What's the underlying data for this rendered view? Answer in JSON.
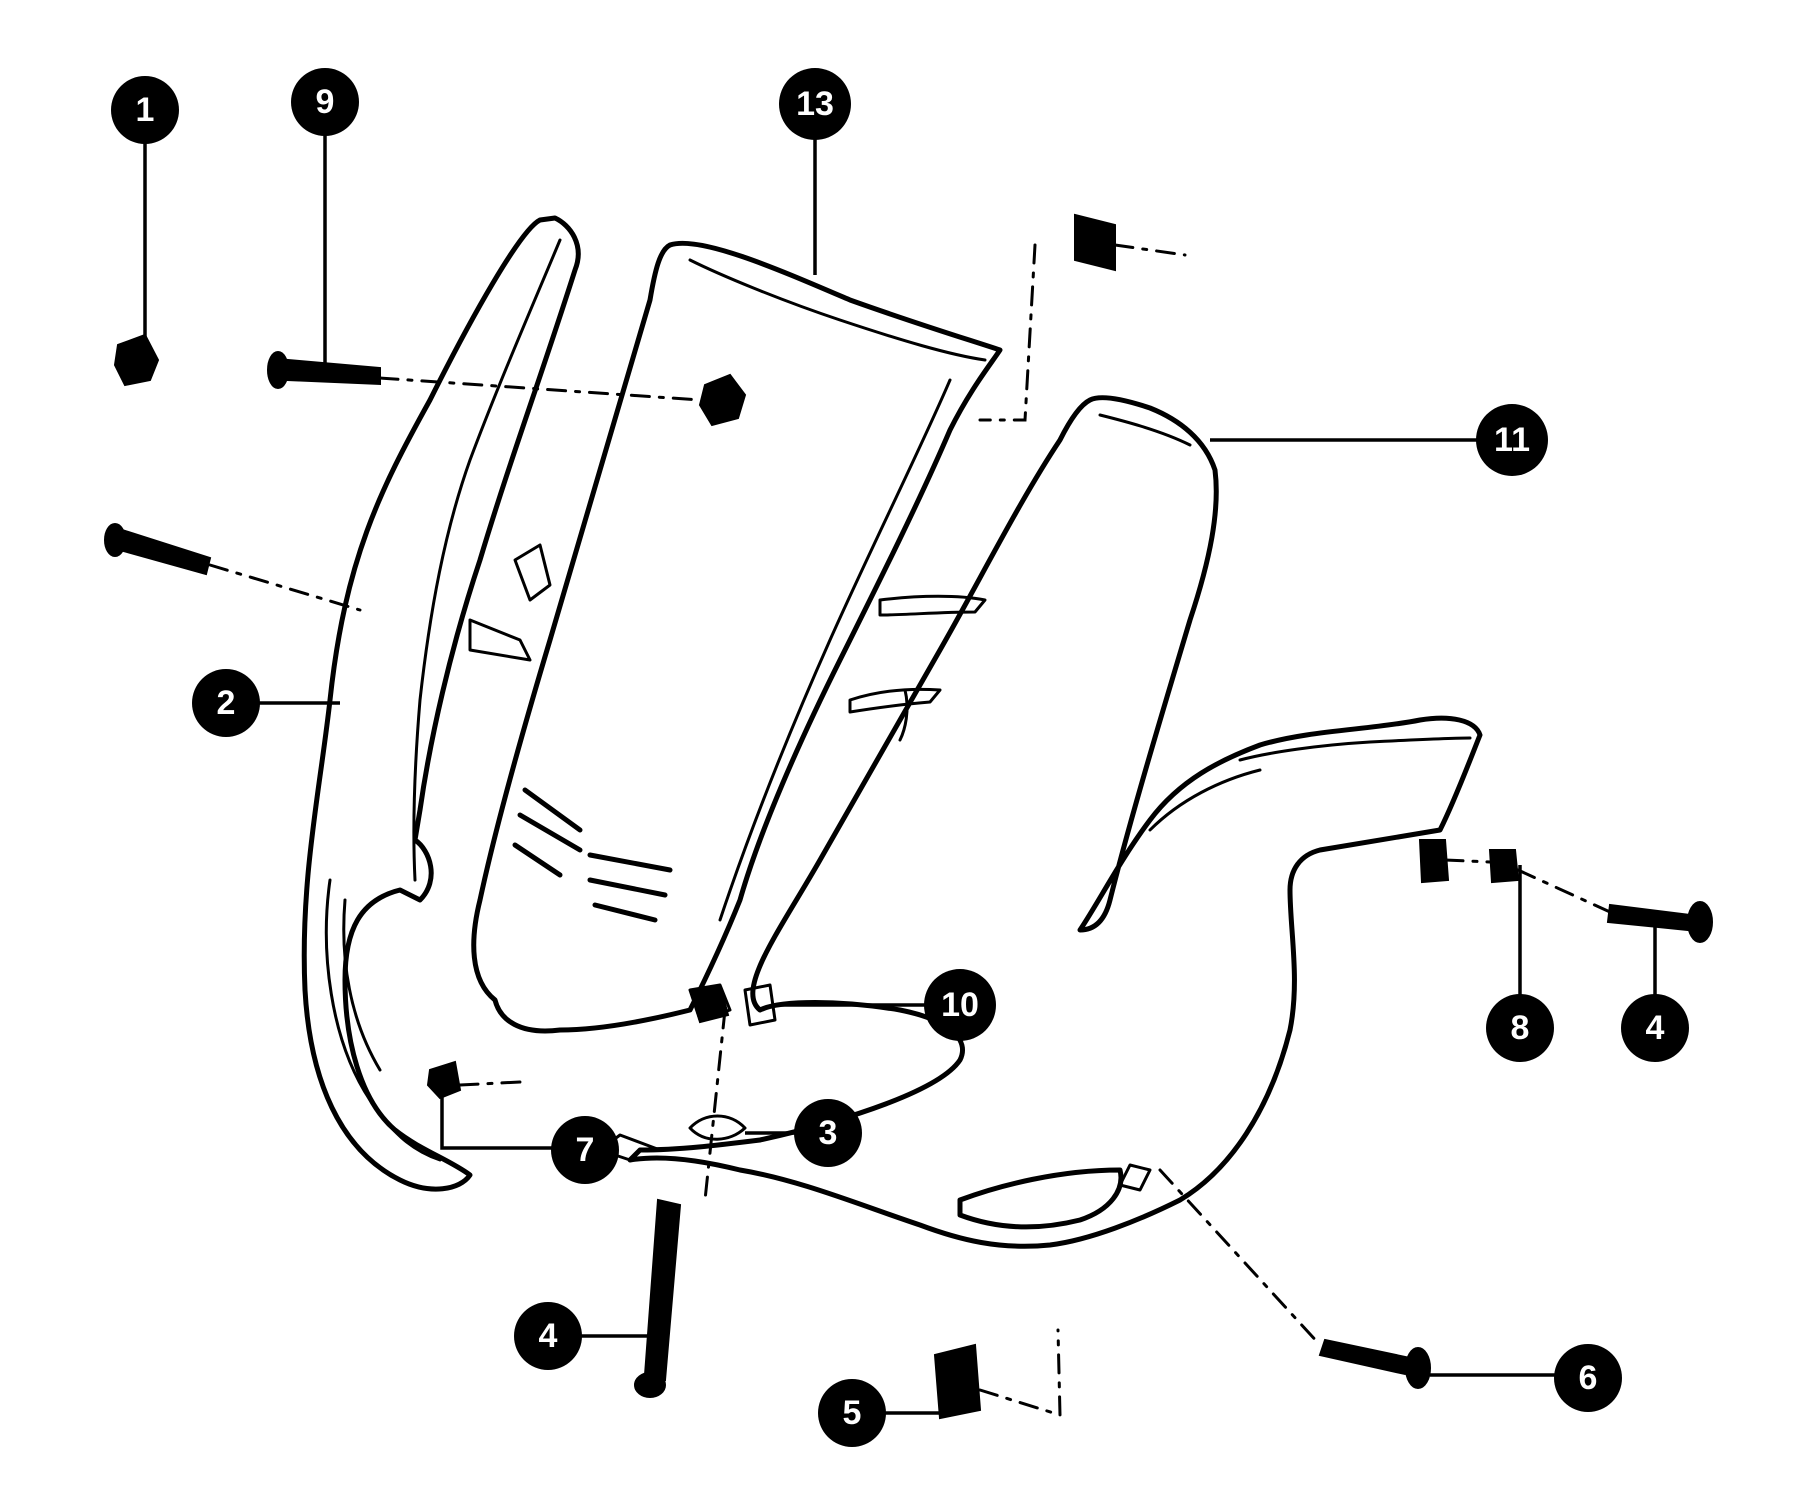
{
  "callouts": [
    {
      "id": "c1",
      "number": "1"
    },
    {
      "id": "c9",
      "number": "9"
    },
    {
      "id": "c13",
      "number": "13"
    },
    {
      "id": "c11",
      "number": "11"
    },
    {
      "id": "c2",
      "number": "2"
    },
    {
      "id": "c10",
      "number": "10"
    },
    {
      "id": "c8",
      "number": "8"
    },
    {
      "id": "c4a",
      "number": "4"
    },
    {
      "id": "c7",
      "number": "7"
    },
    {
      "id": "c3",
      "number": "3"
    },
    {
      "id": "c4b",
      "number": "4"
    },
    {
      "id": "c5",
      "number": "5"
    },
    {
      "id": "c6",
      "number": "6"
    }
  ],
  "colors": {
    "ink": "#000000",
    "paper": "#ffffff"
  }
}
